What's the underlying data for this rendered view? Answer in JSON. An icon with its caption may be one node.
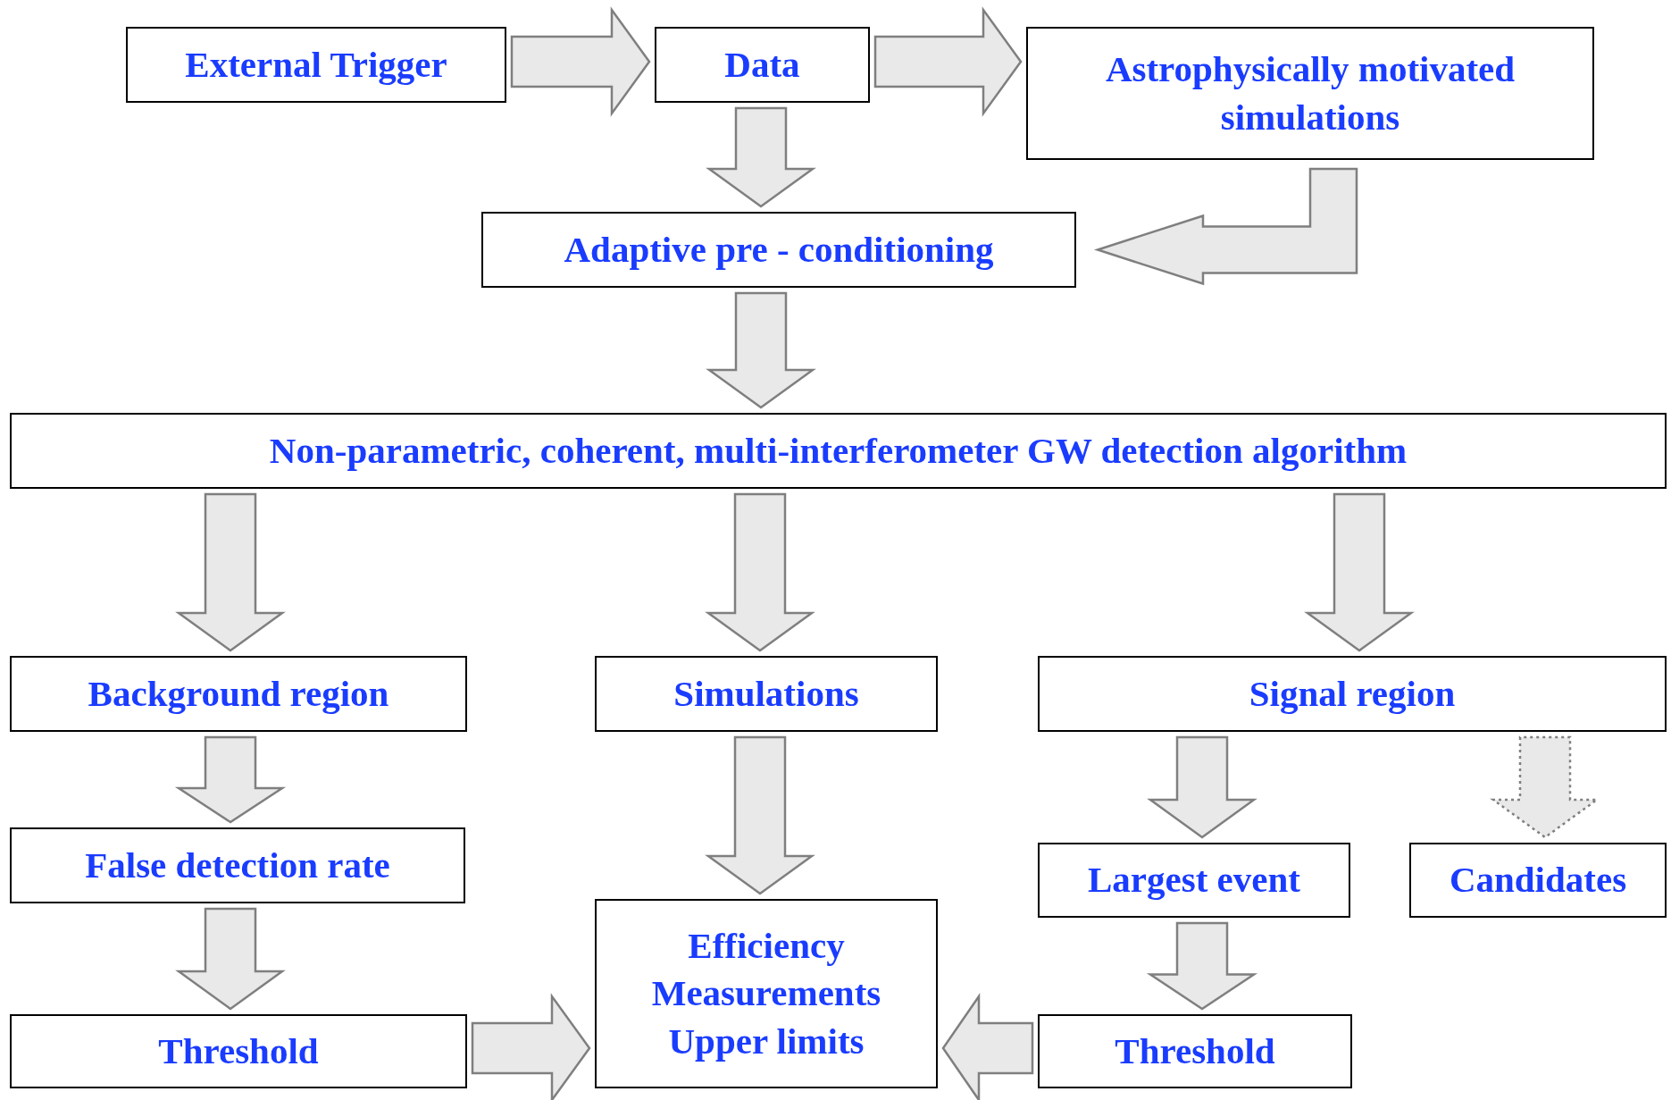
{
  "diagram": {
    "nodes": [
      {
        "text": [
          "External Trigger"
        ]
      },
      {
        "text": [
          "Data"
        ]
      },
      {
        "text": [
          "Astrophysically motivated simulations"
        ]
      },
      {
        "text": [
          "Adaptive pre - conditioning"
        ]
      },
      {
        "text": [
          "Non-parametric, coherent, multi-interferometer GW detection algorithm"
        ]
      },
      {
        "text": [
          "Background region"
        ]
      },
      {
        "text": [
          "Simulations"
        ]
      },
      {
        "text": [
          "Signal region"
        ]
      },
      {
        "text": [
          "False detection rate"
        ]
      },
      {
        "text": [
          "Largest event"
        ]
      },
      {
        "text": [
          "Candidates"
        ]
      },
      {
        "text": [
          "Efficiency",
          "Measurements",
          "Upper limits"
        ]
      },
      {
        "text": [
          "Threshold"
        ]
      },
      {
        "text": [
          "Threshold"
        ]
      }
    ],
    "edges": [
      {
        "from": 0,
        "to": 1,
        "arrow": "to"
      },
      {
        "from": 1,
        "to": 2,
        "arrow": "to"
      },
      {
        "from": 1,
        "to": 3,
        "arrow": "to"
      },
      {
        "from": 2,
        "to": 3,
        "arrow": "to"
      },
      {
        "from": 3,
        "to": 4,
        "arrow": "to"
      },
      {
        "from": 4,
        "to": 5,
        "arrow": "to"
      },
      {
        "from": 4,
        "to": 6,
        "arrow": "to"
      },
      {
        "from": 4,
        "to": 7,
        "arrow": "to"
      },
      {
        "from": 5,
        "to": 8,
        "arrow": "to"
      },
      {
        "from": 8,
        "to": 12,
        "arrow": "to"
      },
      {
        "from": 6,
        "to": 11,
        "arrow": "to"
      },
      {
        "from": 12,
        "to": 11,
        "arrow": "to"
      },
      {
        "from": 13,
        "to": 11,
        "arrow": "to"
      },
      {
        "from": 7,
        "to": 9,
        "arrow": "to"
      },
      {
        "from": 7,
        "to": 10,
        "arrow": "to",
        "style": "dashed"
      },
      {
        "from": 9,
        "to": 13,
        "arrow": "to"
      }
    ]
  }
}
